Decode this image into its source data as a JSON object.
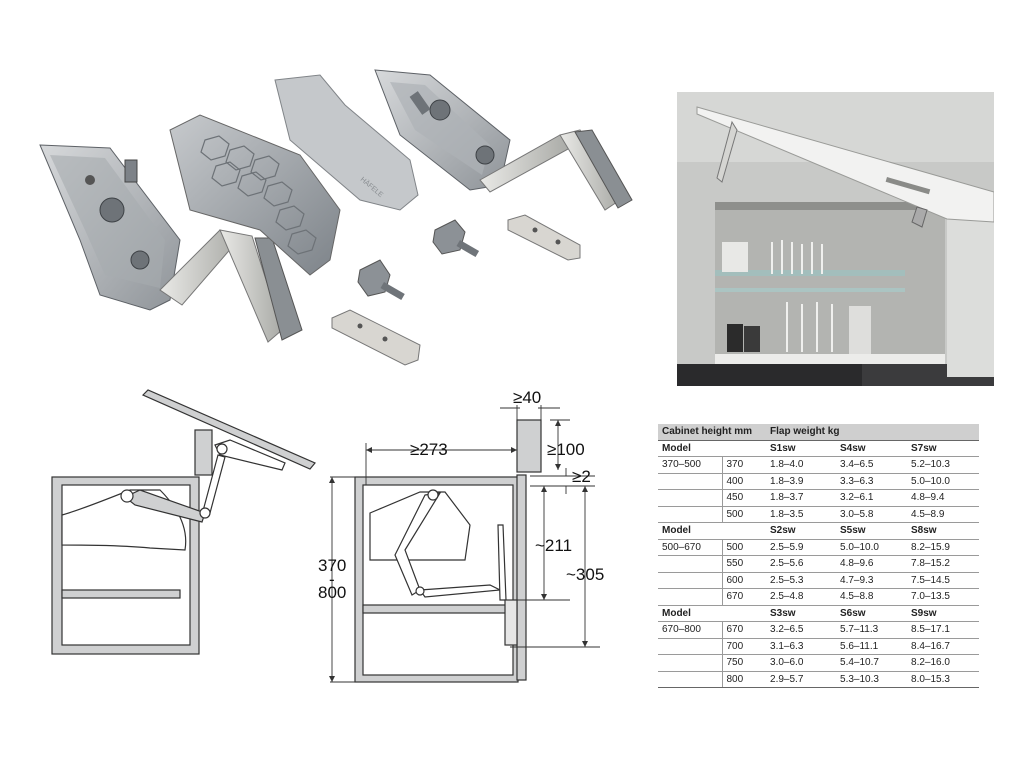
{
  "diagram_left": {},
  "diagram_right": {
    "dims": {
      "clearance_top": "≥40",
      "clearance_side": "≥273",
      "clearance_top2": "≥100",
      "gap": "≥2",
      "fit_height": "~211",
      "total_height": "~305",
      "cabinet_height_top": "370",
      "cabinet_height_dash": "-",
      "cabinet_height_bottom": "800"
    }
  },
  "table": {
    "header": {
      "cabinet": "Cabinet height mm",
      "flap": "Flap weight kg"
    },
    "groups": [
      {
        "model_label": "Model",
        "models": [
          "S1sw",
          "S4sw",
          "S7sw"
        ],
        "range": "370–500",
        "rows": [
          {
            "h": "370",
            "v": [
              "1.8–4.0",
              "3.4–6.5",
              "5.2–10.3"
            ]
          },
          {
            "h": "400",
            "v": [
              "1.8–3.9",
              "3.3–6.3",
              "5.0–10.0"
            ]
          },
          {
            "h": "450",
            "v": [
              "1.8–3.7",
              "3.2–6.1",
              "4.8–9.4"
            ]
          },
          {
            "h": "500",
            "v": [
              "1.8–3.5",
              "3.0–5.8",
              "4.5–8.9"
            ]
          }
        ]
      },
      {
        "model_label": "Model",
        "models": [
          "S2sw",
          "S5sw",
          "S8sw"
        ],
        "range": "500–670",
        "rows": [
          {
            "h": "500",
            "v": [
              "2.5–5.9",
              "5.0–10.0",
              "8.2–15.9"
            ]
          },
          {
            "h": "550",
            "v": [
              "2.5–5.6",
              "4.8–9.6",
              "7.8–15.2"
            ]
          },
          {
            "h": "600",
            "v": [
              "2.5–5.3",
              "4.7–9.3",
              "7.5–14.5"
            ]
          },
          {
            "h": "670",
            "v": [
              "2.5–4.8",
              "4.5–8.8",
              "7.0–13.5"
            ]
          }
        ]
      },
      {
        "model_label": "Model",
        "models": [
          "S3sw",
          "S6sw",
          "S9sw"
        ],
        "range": "670–800",
        "rows": [
          {
            "h": "670",
            "v": [
              "3.2–6.5",
              "5.7–11.3",
              "8.5–17.1"
            ]
          },
          {
            "h": "700",
            "v": [
              "3.1–6.3",
              "5.6–11.1",
              "8.4–16.7"
            ]
          },
          {
            "h": "750",
            "v": [
              "3.0–6.0",
              "5.4–10.7",
              "8.2–16.0"
            ]
          },
          {
            "h": "800",
            "v": [
              "2.9–5.7",
              "5.3–10.3",
              "8.0–15.3"
            ]
          }
        ]
      }
    ]
  },
  "parts": {
    "brand": "HÄFELE"
  },
  "colors": {
    "metal": "#b9bcbf",
    "plastic": "#9ea3a8",
    "cover": "#c9ccce",
    "table_header": "#cfcfcf"
  }
}
